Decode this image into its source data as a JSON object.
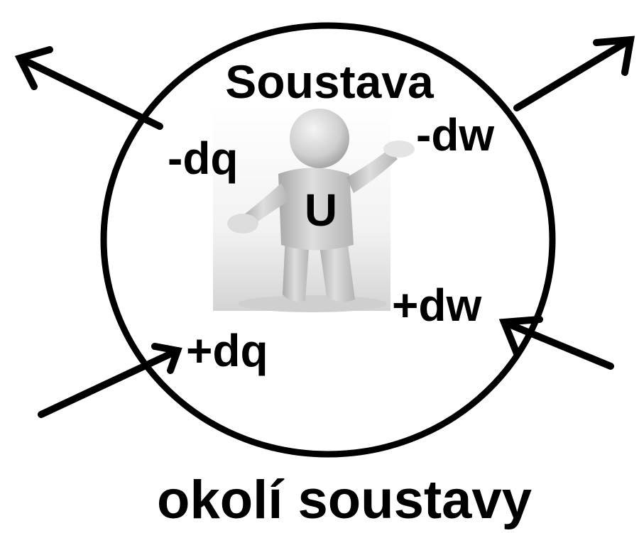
{
  "diagram": {
    "system_label": "Soustava",
    "energy_label": "U",
    "heat_out_label": "-dq",
    "work_out_label": "-dw",
    "heat_in_label": "+dq",
    "work_in_label": "+dw",
    "surroundings_label": "okolí soustavy"
  },
  "colors": {
    "stroke": "#000000",
    "figure_light": "#e6e6e6",
    "figure_mid": "#c8c8c8",
    "figure_dark": "#9c9c9c",
    "figure_backdrop": "#d9d9d9"
  }
}
